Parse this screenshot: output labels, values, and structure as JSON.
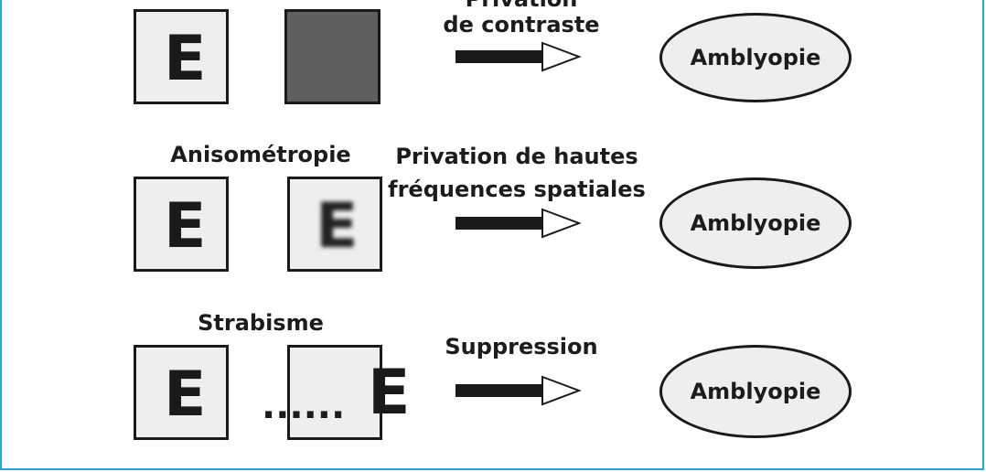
{
  "rows": [
    {
      "condition": "",
      "mechanism_lines": [
        "Privation",
        "de contraste"
      ],
      "outcome": "Amblyopie",
      "left_letter": "E",
      "right_letter": ""
    },
    {
      "condition": "Anisométropie",
      "mechanism_lines": [
        "Privation de hautes",
        "fréquences spatiales"
      ],
      "outcome": "Amblyopie",
      "left_letter": "E",
      "right_letter": "E"
    },
    {
      "condition": "Strabisme",
      "mechanism_lines": [
        "Suppression"
      ],
      "outcome": "Amblyopie",
      "left_letter": "E",
      "right_letter": "E",
      "dots": "......"
    }
  ],
  "colors": {
    "frame": "#29a3e0",
    "box_fill": "#eeeeee",
    "dark_fill": "#5f5f5f",
    "ink": "#1a1a1a"
  }
}
